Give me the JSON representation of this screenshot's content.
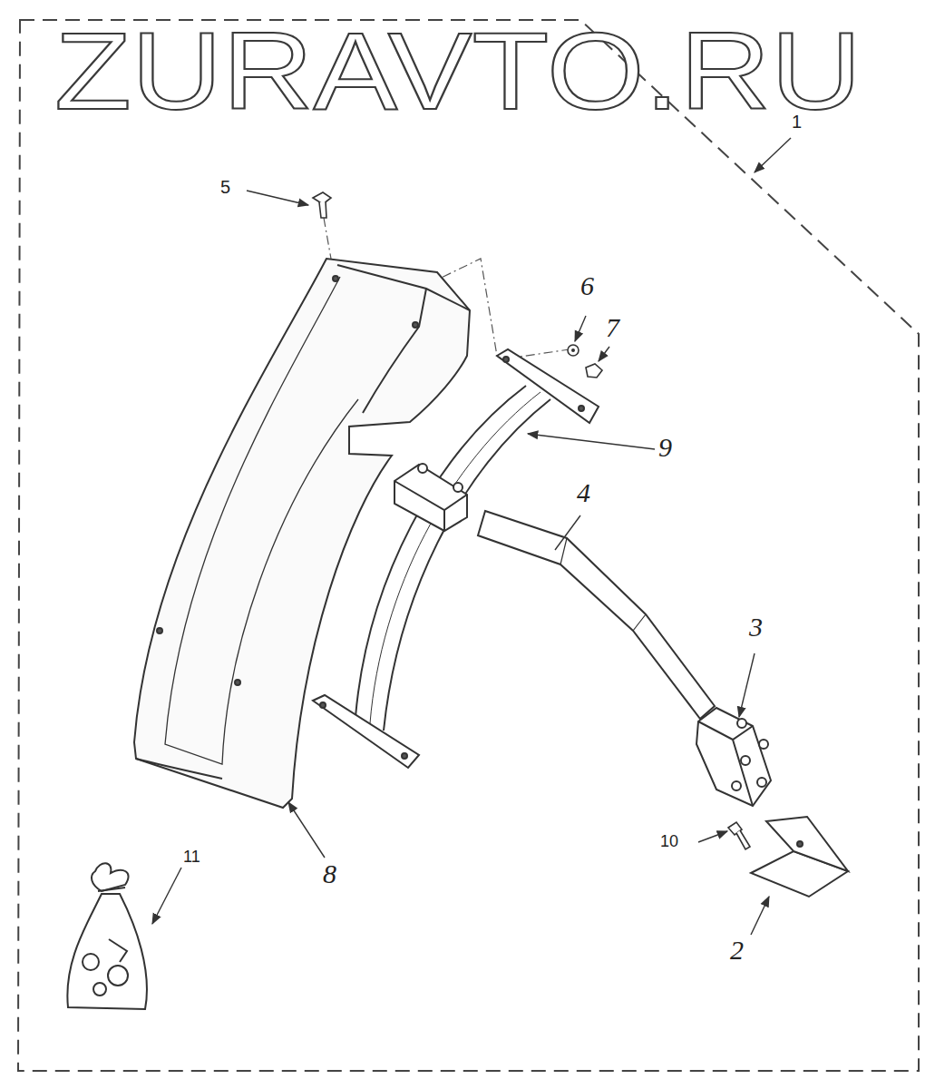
{
  "diagram": {
    "labels": [
      "ZURAVTO.RU",
      "1",
      "5",
      "6",
      "7",
      "9",
      "4",
      "3",
      "10",
      "2",
      "8",
      "11"
    ]
  }
}
